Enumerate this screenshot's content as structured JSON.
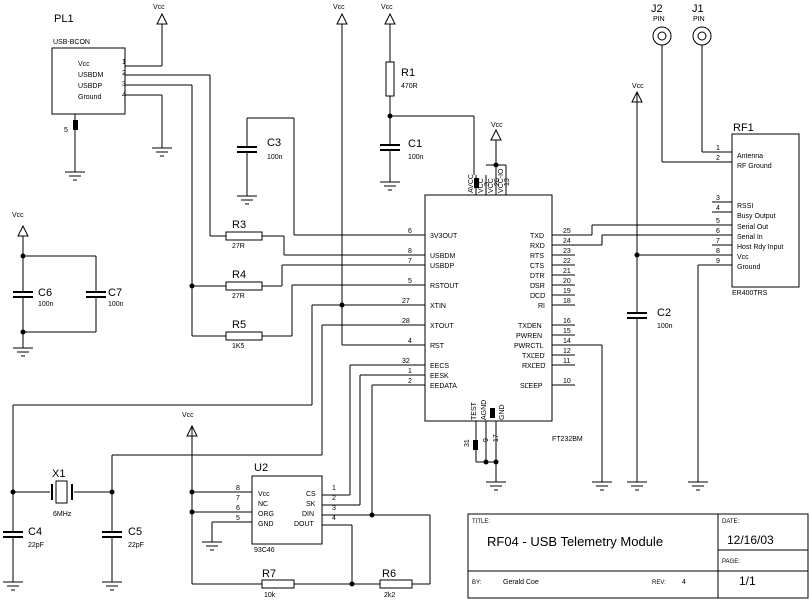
{
  "supply": "Vcc",
  "connector_pl1": {
    "ref": "PL1",
    "part": "USB-BCON",
    "pins": [
      {
        "num": "1",
        "name": "Vcc"
      },
      {
        "num": "2",
        "name": "USBDM"
      },
      {
        "num": "3",
        "name": "USBDP"
      },
      {
        "num": "4",
        "name": "Ground"
      }
    ],
    "shield_pin": "5"
  },
  "pins_j": [
    {
      "ref": "J2",
      "label": "PIN"
    },
    {
      "ref": "J1",
      "label": "PIN"
    }
  ],
  "resistors": [
    {
      "ref": "R1",
      "value": "470R"
    },
    {
      "ref": "R3",
      "value": "27R"
    },
    {
      "ref": "R4",
      "value": "27R"
    },
    {
      "ref": "R5",
      "value": "1K5"
    },
    {
      "ref": "R6",
      "value": "2k2"
    },
    {
      "ref": "R7",
      "value": "10k"
    }
  ],
  "capacitors": [
    {
      "ref": "C1",
      "value": "100n"
    },
    {
      "ref": "C2",
      "value": "100n"
    },
    {
      "ref": "C3",
      "value": "100n"
    },
    {
      "ref": "C4",
      "value": "22pF"
    },
    {
      "ref": "C5",
      "value": "22pF"
    },
    {
      "ref": "C6",
      "value": "100n"
    },
    {
      "ref": "C7",
      "value": "100n"
    }
  ],
  "crystal": {
    "ref": "X1",
    "value": "6MHz"
  },
  "ft232": {
    "part": "FT232BM",
    "left_pins": [
      {
        "num": "6",
        "name": "3V3OUT"
      },
      {
        "num": "8",
        "name": "USBDM"
      },
      {
        "num": "7",
        "name": "USBDP"
      },
      {
        "num": "5",
        "name": "RSTOUT"
      },
      {
        "num": "27",
        "name": "XTIN"
      },
      {
        "num": "28",
        "name": "XTOUT"
      },
      {
        "num": "4",
        "name": "RST"
      },
      {
        "num": "32",
        "name": "EECS"
      },
      {
        "num": "1",
        "name": "EESK"
      },
      {
        "num": "2",
        "name": "EEDATA"
      }
    ],
    "right_pins": [
      {
        "num": "25",
        "name": "TXD"
      },
      {
        "num": "24",
        "name": "RXD"
      },
      {
        "num": "23",
        "name": "RTS"
      },
      {
        "num": "22",
        "name": "CTS"
      },
      {
        "num": "21",
        "name": "DTR"
      },
      {
        "num": "20",
        "name": "DSR"
      },
      {
        "num": "19",
        "name": "DCD"
      },
      {
        "num": "18",
        "name": "RI"
      },
      {
        "num": "16",
        "name": "TXDEN"
      },
      {
        "num": "15",
        "name": "PWREN"
      },
      {
        "num": "14",
        "name": "PWRCTL"
      },
      {
        "num": "12",
        "name": "TXLED"
      },
      {
        "num": "11",
        "name": "RXLED"
      },
      {
        "num": "10",
        "name": "SLEEP"
      }
    ],
    "top_pins": [
      {
        "num": "3",
        "name": "AVCC"
      },
      {
        "num": "26",
        "name": "VCC"
      },
      {
        "num": "13",
        "name": "VCC"
      },
      {
        "num": "",
        "name": "VCC-IO"
      }
    ],
    "bottom_pins": [
      {
        "num": "31",
        "name": "TEST"
      },
      {
        "num": "9",
        "name": "AGND"
      },
      {
        "num": "17",
        "name": "GND"
      }
    ]
  },
  "eeprom": {
    "ref": "U2",
    "part": "93C46",
    "left_pins": [
      {
        "num": "8",
        "name": "Vcc"
      },
      {
        "num": "7",
        "name": "NC"
      },
      {
        "num": "6",
        "name": "ORG"
      },
      {
        "num": "5",
        "name": "GND"
      }
    ],
    "right_pins": [
      {
        "num": "1",
        "name": "CS"
      },
      {
        "num": "2",
        "name": "SK"
      },
      {
        "num": "3",
        "name": "DIN"
      },
      {
        "num": "4",
        "name": "DOUT"
      }
    ]
  },
  "rf_module": {
    "ref": "RF1",
    "part": "ER400TRS",
    "pins": [
      {
        "num": "1",
        "name": "Antenna"
      },
      {
        "num": "2",
        "name": "RF Ground"
      },
      {
        "num": "3",
        "name": "RSSI"
      },
      {
        "num": "4",
        "name": "Busy Output"
      },
      {
        "num": "5",
        "name": "Serial Out"
      },
      {
        "num": "6",
        "name": "Serial In"
      },
      {
        "num": "7",
        "name": "Host Rdy Input"
      },
      {
        "num": "8",
        "name": "Vcc"
      },
      {
        "num": "9",
        "name": "Ground"
      }
    ]
  },
  "title_block": {
    "title_label": "TITLE:",
    "title": "RF04 - USB Telemetry Module",
    "date_label": "DATE:",
    "date": "12/16/03",
    "page_label": "PAGE:",
    "page": "1/1",
    "by_label": "BY:",
    "by": "Gerald Coe",
    "rev_label": "REV:",
    "rev": "4"
  }
}
